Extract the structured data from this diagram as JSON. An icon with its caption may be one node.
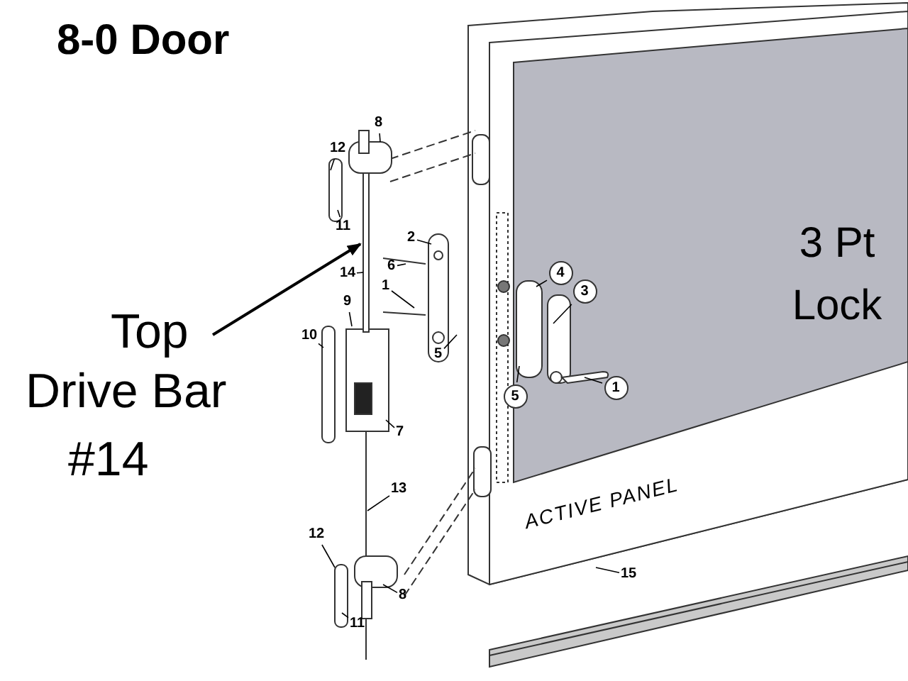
{
  "diagram": {
    "title": "8-0 Door",
    "nodes": [
      {
        "text": [
          "Top",
          "Drive Bar",
          "#14"
        ]
      },
      {
        "text": [],
        "shape": "bar"
      },
      {
        "text": [
          "8"
        ]
      },
      {
        "text": [
          "12"
        ]
      },
      {
        "text": [
          "11"
        ]
      },
      {
        "text": [
          "2"
        ]
      },
      {
        "text": [
          "14"
        ]
      },
      {
        "text": [
          "6"
        ]
      },
      {
        "text": [
          "4"
        ]
      },
      {
        "text": [
          "1"
        ]
      },
      {
        "text": [
          "3"
        ]
      },
      {
        "text": [
          "9"
        ]
      },
      {
        "text": [
          "10"
        ]
      },
      {
        "text": [
          "5"
        ]
      },
      {
        "text": [
          "1"
        ]
      },
      {
        "text": [
          "5"
        ]
      },
      {
        "text": [
          "7"
        ]
      },
      {
        "text": [
          "13"
        ]
      },
      {
        "text": [
          "12"
        ]
      },
      {
        "text": [
          "15"
        ]
      },
      {
        "text": [
          "8"
        ]
      },
      {
        "text": [
          "11"
        ]
      }
    ],
    "edges": [
      {
        "from": 0,
        "to": 1,
        "arrow": "to"
      },
      {
        "from": 2,
        "to": null,
        "arrow": "none"
      },
      {
        "from": 3,
        "to": null,
        "arrow": "none"
      },
      {
        "from": 4,
        "to": null,
        "arrow": "none"
      },
      {
        "from": 5,
        "to": null,
        "arrow": "none"
      },
      {
        "from": 6,
        "to": null,
        "arrow": "none"
      },
      {
        "from": 7,
        "to": null,
        "arrow": "none"
      },
      {
        "from": 8,
        "to": null,
        "arrow": "none"
      },
      {
        "from": 9,
        "to": null,
        "arrow": "none"
      },
      {
        "from": 10,
        "to": null,
        "arrow": "none"
      },
      {
        "from": 11,
        "to": null,
        "arrow": "none"
      },
      {
        "from": 12,
        "to": null,
        "arrow": "none"
      },
      {
        "from": 13,
        "to": null,
        "arrow": "none"
      },
      {
        "from": 14,
        "to": null,
        "arrow": "none"
      },
      {
        "from": 15,
        "to": null,
        "arrow": "none"
      },
      {
        "from": 16,
        "to": null,
        "arrow": "none"
      },
      {
        "from": 17,
        "to": null,
        "arrow": "none"
      },
      {
        "from": 18,
        "to": null,
        "arrow": "none"
      },
      {
        "from": 19,
        "to": null,
        "arrow": "none"
      },
      {
        "from": 20,
        "to": null,
        "arrow": "none"
      },
      {
        "from": 21,
        "to": null,
        "arrow": "none"
      }
    ],
    "labels": [
      "3 Pt Lock",
      "ACTIVE PANEL"
    ]
  }
}
